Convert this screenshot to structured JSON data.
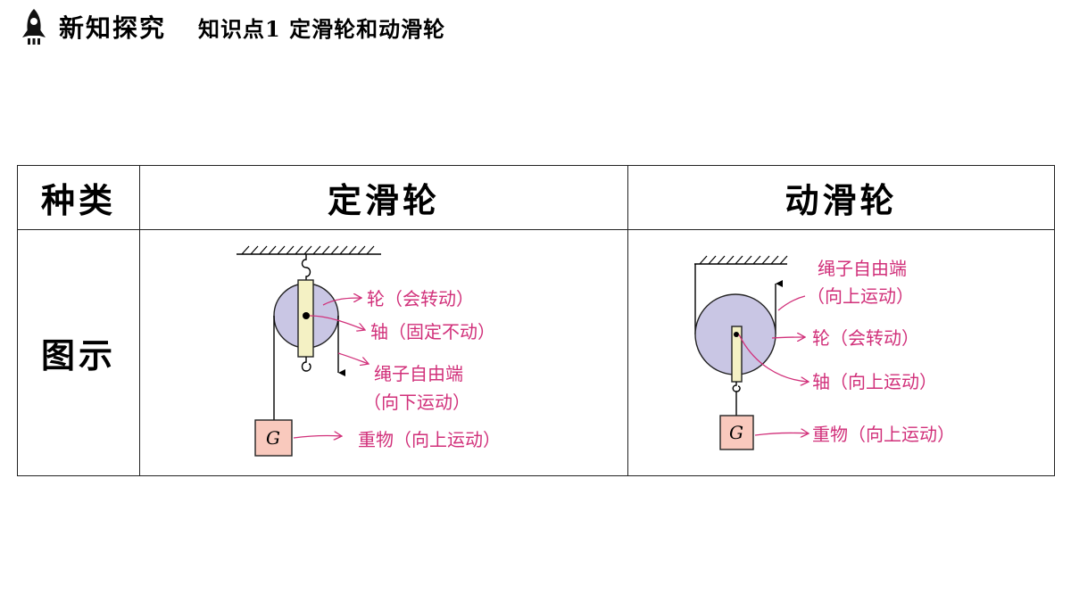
{
  "header": {
    "section_title": "新知探究",
    "topic_title": "知识点1  定滑轮和动滑轮"
  },
  "icons": {
    "section": "rocket-icon"
  },
  "colors": {
    "annotation": "#d1307a",
    "wheel": "#c9c6e4",
    "axle_bar": "#f4f1c4",
    "weight": "#f9c9bd"
  },
  "table": {
    "header_category": "种类",
    "header_fixed": "定滑轮",
    "header_movable": "动滑轮",
    "row_label": "图示"
  },
  "fixed_pulley": {
    "weight_symbol": "G",
    "labels": {
      "wheel": "轮（会转动）",
      "axle": "轴（固定不动）",
      "rope_end": "绳子自由端",
      "rope_end_motion": "（向下运动）",
      "weight": "重物（向上运动）"
    }
  },
  "movable_pulley": {
    "weight_symbol": "G",
    "labels": {
      "rope_end": "绳子自由端",
      "rope_end_motion": "（向上运动）",
      "wheel": "轮（会转动）",
      "axle": "轴（向上运动）",
      "weight": "重物（向上运动）"
    }
  }
}
